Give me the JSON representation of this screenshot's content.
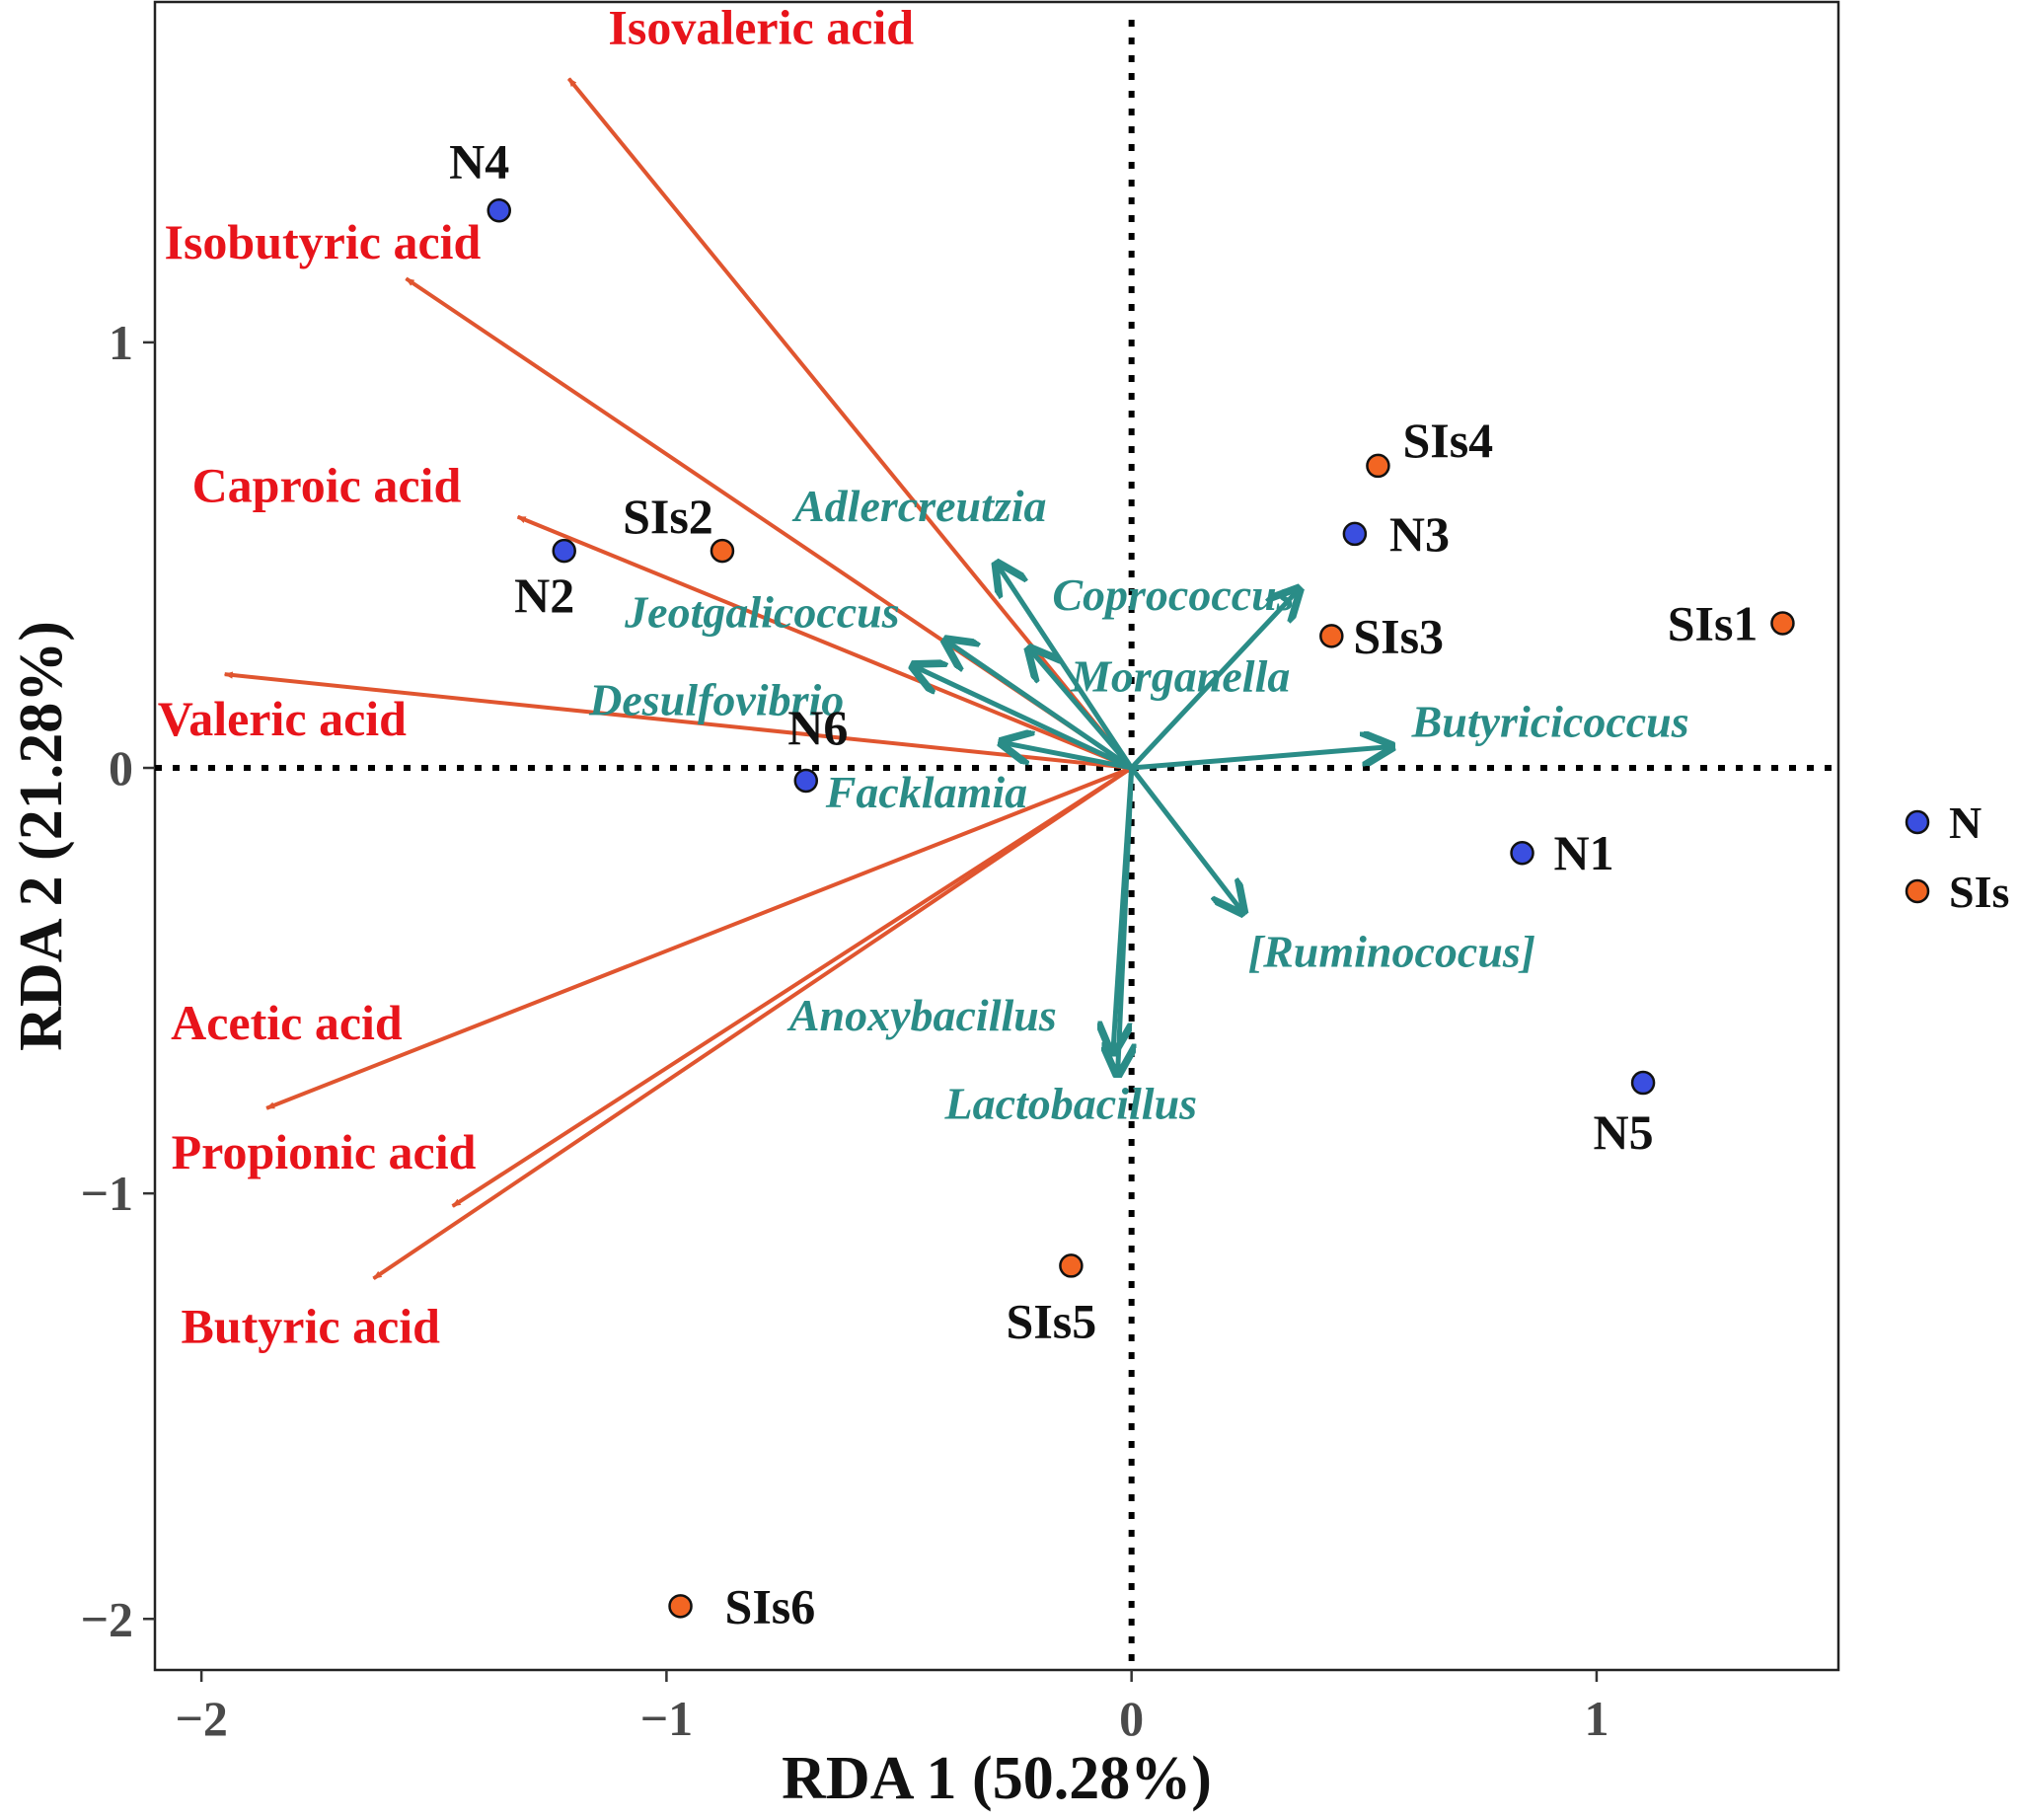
{
  "chart_data": {
    "type": "scatter",
    "plot": "RDA biplot",
    "xlabel": "RDA 1 (50.28%)",
    "ylabel": "RDA 2 (21.28%)",
    "xlim": [
      -2.1,
      1.52
    ],
    "ylim": [
      -2.12,
      1.8
    ],
    "xticks": [
      -2,
      -1,
      0,
      1
    ],
    "xtick_labels": [
      "−2",
      "−1",
      "0",
      "1"
    ],
    "yticks": [
      -2,
      -1,
      0,
      1
    ],
    "ytick_labels": [
      "−2",
      "−1",
      "0",
      "1"
    ],
    "grid": false,
    "reference_lines": "dotted lines at x = 0 and y = 0",
    "legend_position": "right",
    "colors": {
      "N": "#3a4ee0",
      "SIs": "#f26522",
      "env_arrows": "#e0552f",
      "env_text": "#e8141b",
      "species": "#2a8c87"
    },
    "series": [
      {
        "name": "N",
        "points": [
          {
            "label": "N1",
            "x": 0.84,
            "y": -0.2
          },
          {
            "label": "N2",
            "x": -1.22,
            "y": 0.51
          },
          {
            "label": "N3",
            "x": 0.48,
            "y": 0.55
          },
          {
            "label": "N4",
            "x": -1.36,
            "y": 1.31
          },
          {
            "label": "N5",
            "x": 1.1,
            "y": -0.74
          },
          {
            "label": "N6",
            "x": -0.7,
            "y": -0.03
          }
        ]
      },
      {
        "name": "SIs",
        "points": [
          {
            "label": "SIs1",
            "x": 1.4,
            "y": 0.34
          },
          {
            "label": "SIs2",
            "x": -0.88,
            "y": 0.51
          },
          {
            "label": "SIs3",
            "x": 0.43,
            "y": 0.31
          },
          {
            "label": "SIs4",
            "x": 0.53,
            "y": 0.71
          },
          {
            "label": "SIs5",
            "x": -0.13,
            "y": -1.17
          },
          {
            "label": "SIs6",
            "x": -0.97,
            "y": -1.97
          }
        ]
      }
    ],
    "environmental_vectors": [
      {
        "label": "Isovaleric acid",
        "x": -1.21,
        "y": 1.62
      },
      {
        "label": "Isobutyric acid",
        "x": -1.56,
        "y": 1.15
      },
      {
        "label": "Caproic acid",
        "x": -1.32,
        "y": 0.59
      },
      {
        "label": "Valeric acid",
        "x": -1.95,
        "y": 0.22
      },
      {
        "label": "Acetic acid",
        "x": -1.86,
        "y": -0.8
      },
      {
        "label": "Propionic acid",
        "x": -1.46,
        "y": -1.03
      },
      {
        "label": "Butyric acid",
        "x": -1.63,
        "y": -1.2
      }
    ],
    "species_vectors": [
      {
        "label": "Adlercreutzia",
        "x": -0.29,
        "y": 0.48
      },
      {
        "label": "Coprococcus",
        "x": 0.36,
        "y": 0.42
      },
      {
        "label": "Jeotgalicoccus",
        "x": -0.4,
        "y": 0.3
      },
      {
        "label": "Morganella",
        "x": -0.22,
        "y": 0.28
      },
      {
        "label": "Desulfovibrio",
        "x": -0.47,
        "y": 0.24
      },
      {
        "label": "Butyricicoccus",
        "x": 0.56,
        "y": 0.05
      },
      {
        "label": "Facklamia",
        "x": -0.28,
        "y": 0.06
      },
      {
        "label": "[Ruminococus]",
        "x": 0.24,
        "y": -0.34
      },
      {
        "label": "Anoxybacillus",
        "x": -0.04,
        "y": -0.67
      },
      {
        "label": "Lactobacillus",
        "x": -0.03,
        "y": -0.72
      }
    ],
    "legend": [
      {
        "label": "N",
        "series": "N"
      },
      {
        "label": "SIs",
        "series": "SIs"
      }
    ]
  }
}
